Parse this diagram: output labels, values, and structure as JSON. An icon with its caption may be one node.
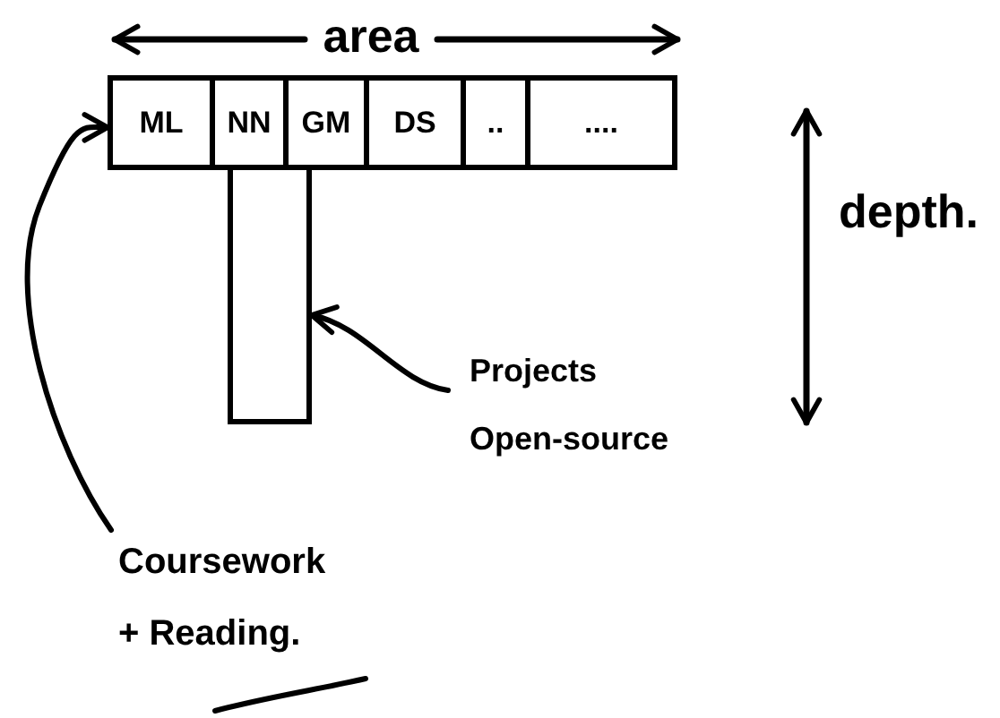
{
  "diagram": {
    "nodes": [
      {
        "text": [],
        "shape": "box"
      },
      {
        "text": [
          "ML"
        ],
        "in": 0
      },
      {
        "text": [
          "NN"
        ],
        "in": 0
      },
      {
        "text": [
          "GM"
        ],
        "in": 0
      },
      {
        "text": [
          "DS"
        ],
        "in": 0
      },
      {
        "text": [
          ".."
        ],
        "in": 0
      },
      {
        "text": [
          "...."
        ],
        "in": 0
      },
      {
        "text": [],
        "shape": "bar"
      },
      {
        "text": [
          "Projects Open-source"
        ]
      },
      {
        "text": [
          "Coursework + Reading."
        ]
      }
    ],
    "edges": [
      {
        "from": 9,
        "to": 0,
        "arrow": "to"
      },
      {
        "from": 8,
        "to": 7,
        "arrow": "to"
      }
    ],
    "labels": [
      "area",
      "depth."
    ]
  }
}
